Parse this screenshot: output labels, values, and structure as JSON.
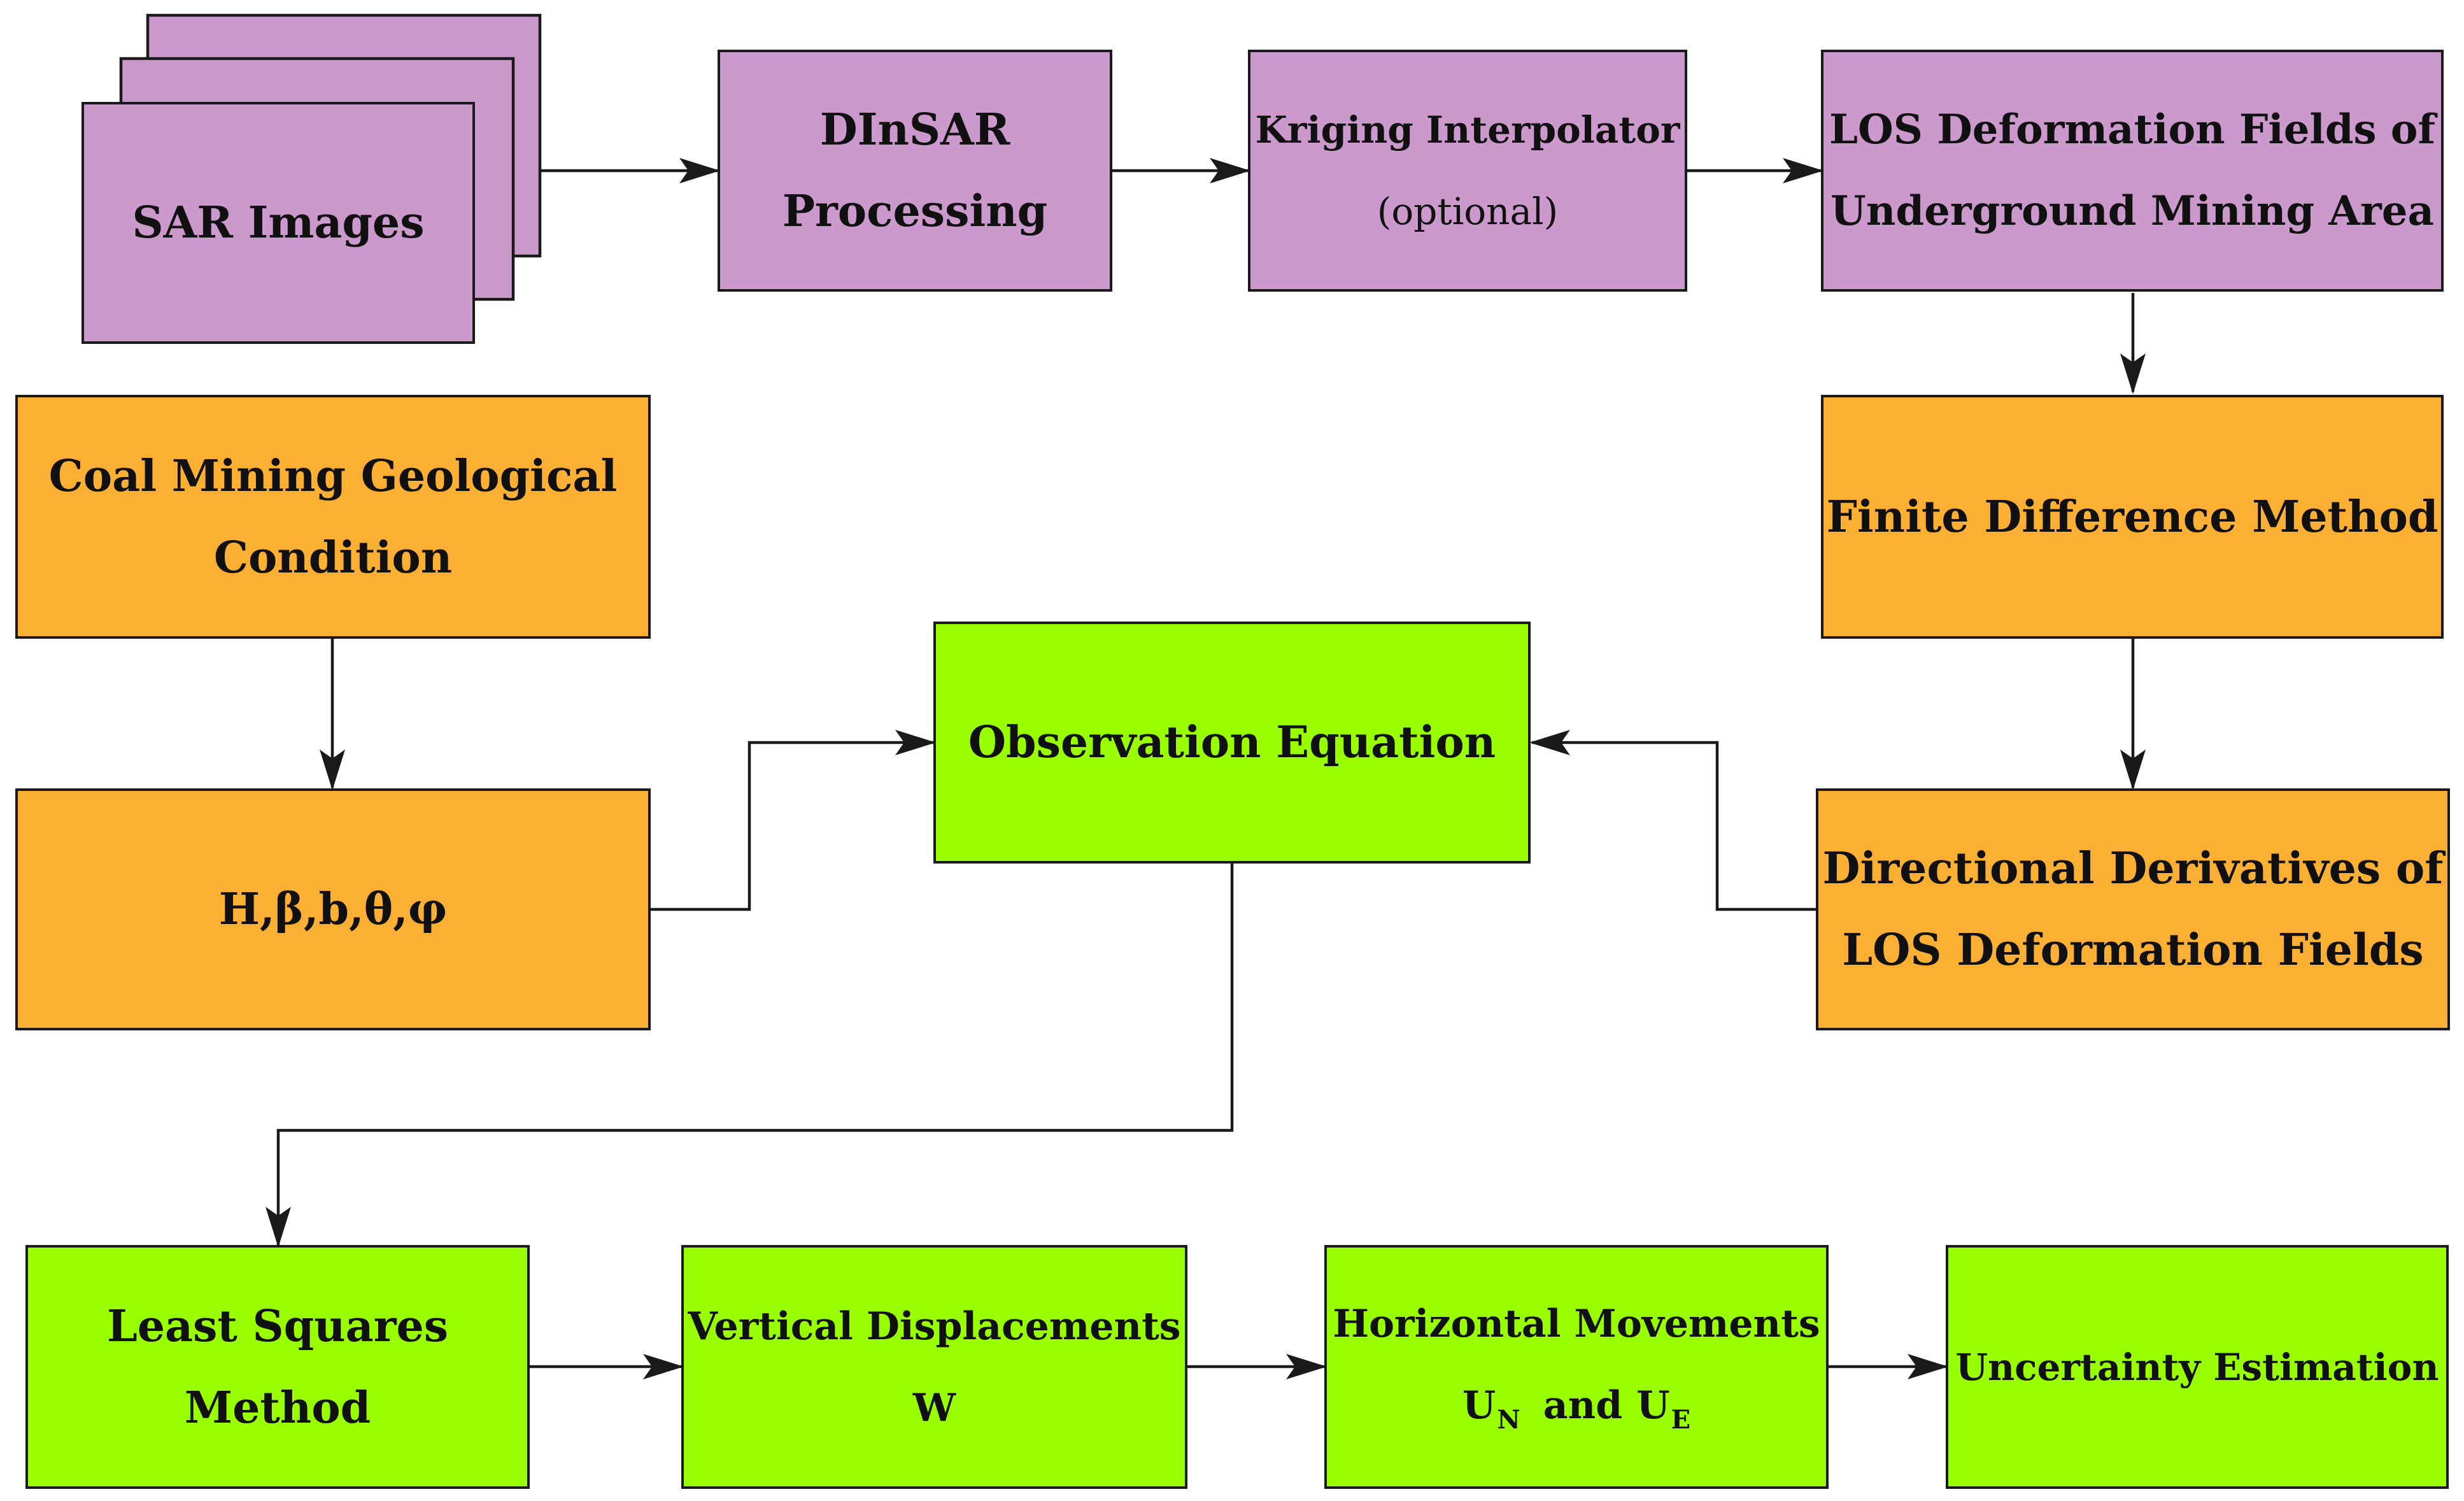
{
  "colors": {
    "purple": "#CC99CC",
    "orange": "#FBB034",
    "green": "#99FF00",
    "stroke": "#1a1a1a"
  },
  "boxes": {
    "sar_images": {
      "line1": "SAR Images"
    },
    "dinsar": {
      "line1": "DInSAR",
      "line2": "Processing"
    },
    "kriging": {
      "line1": "Kriging Interpolator",
      "line2": "(optional)"
    },
    "los_fields": {
      "line1": "LOS Deformation Fields of",
      "line2": "Underground Mining Area"
    },
    "coal_mining": {
      "line1": "Coal Mining Geological",
      "line2": "Condition"
    },
    "finite_difference": {
      "line1": "Finite Difference Method"
    },
    "parameters": {
      "line1": "H,β,b,θ,φ"
    },
    "observation": {
      "line1": "Observation Equation"
    },
    "directional": {
      "line1": "Directional Derivatives of",
      "line2": "LOS Deformation Fields"
    },
    "least_squares": {
      "line1": "Least Squares",
      "line2": "Method"
    },
    "vertical": {
      "line1": "Vertical Displacements",
      "line2": "W"
    },
    "horizontal": {
      "line1": "Horizontal Movements",
      "u1": "U",
      "u1_sub": "N",
      "and": "and",
      "u2": "U",
      "u2_sub": "E"
    },
    "uncertainty": {
      "line1": "Uncertainty Estimation"
    }
  }
}
